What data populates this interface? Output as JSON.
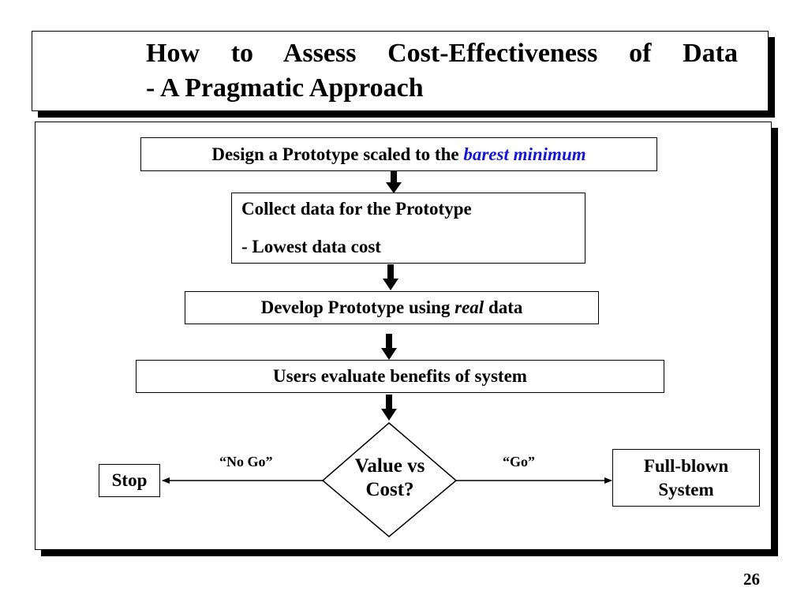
{
  "slide": {
    "title_line1": "How to Assess Cost-Effectiveness of Data",
    "title_line2": "- A Pragmatic Approach",
    "page_number": "26"
  },
  "flow": {
    "design": {
      "prefix": "Design a Prototype scaled to the ",
      "emphasis": "barest minimum"
    },
    "collect": {
      "line1": "Collect data for the Prototype",
      "line2": "- Lowest data cost"
    },
    "develop": {
      "prefix": "Develop Prototype using ",
      "emphasis": "real",
      "suffix": " data"
    },
    "users": "Users evaluate benefits of system",
    "decision": {
      "line1": "Value vs",
      "line2": "Cost?"
    },
    "no_go_label": "“No Go”",
    "go_label": "“Go”",
    "stop": "Stop",
    "full": {
      "line1": "Full-blown",
      "line2": "System"
    }
  },
  "colors": {
    "emphasis": "#1515d6",
    "lines": "#000000"
  }
}
